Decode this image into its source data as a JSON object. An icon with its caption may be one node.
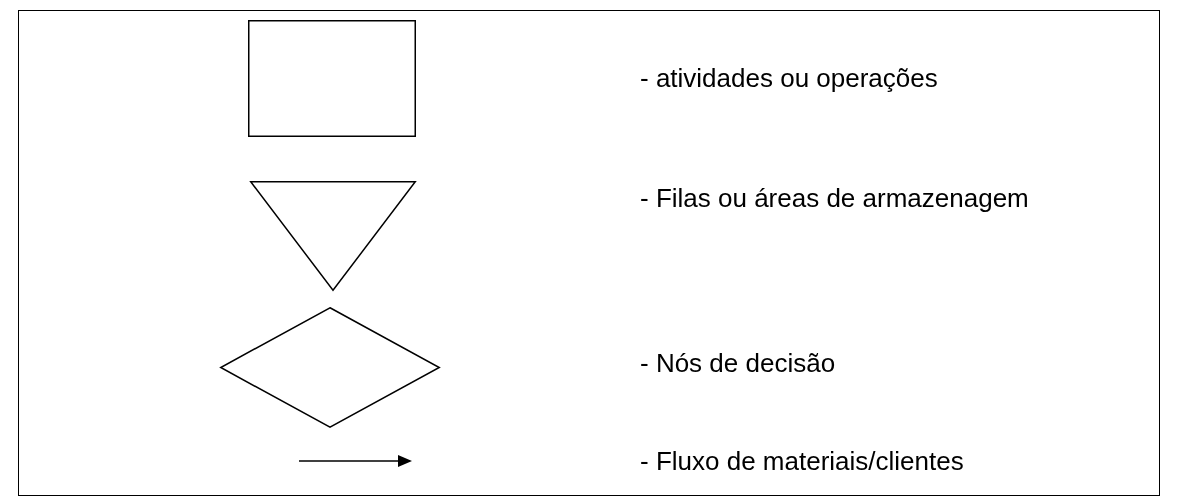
{
  "diagram": {
    "nodes": [
      {
        "text": [],
        "shape": "box"
      },
      {
        "text": [],
        "shape": "triangle"
      },
      {
        "text": [],
        "shape": "diamond"
      }
    ],
    "legend": [
      {
        "text": "- atividades ou operações"
      },
      {
        "text": "- Filas ou áreas de armazenagem"
      },
      {
        "text": "- Nós de decisão"
      },
      {
        "text": "- Fluxo de materiais/clientes"
      }
    ]
  }
}
